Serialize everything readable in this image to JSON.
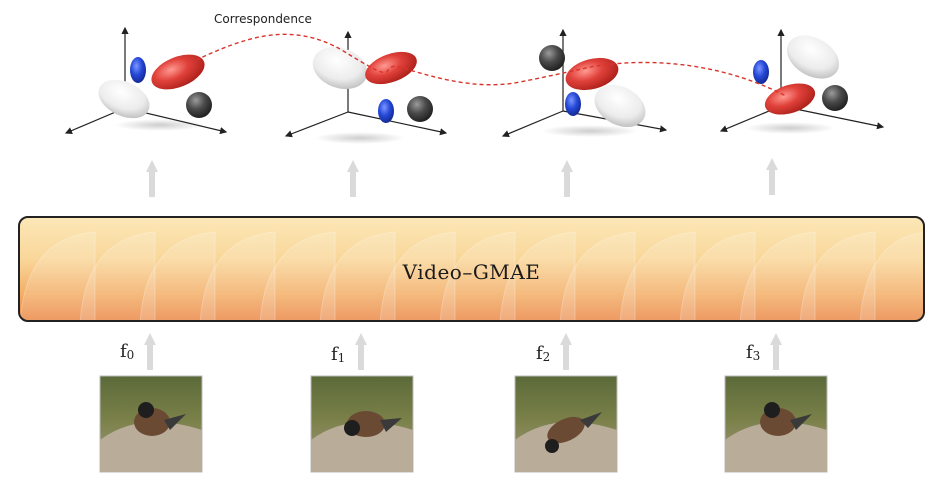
{
  "correspondence_label": "Correspondence",
  "model_label": "Video–GMAE",
  "frames": [
    {
      "prefix": "f",
      "index": "0"
    },
    {
      "prefix": "f",
      "index": "1"
    },
    {
      "prefix": "f",
      "index": "2"
    },
    {
      "prefix": "f",
      "index": "3"
    }
  ],
  "colors": {
    "gaussian_red": "#e0413a",
    "gaussian_blue": "#2448d8",
    "gaussian_white": "#f2f2f2",
    "gaussian_gray": "#4a4a4a",
    "correspondence_line": "#d9342b",
    "arrow": "#d9d9d9",
    "box_top": "#fce7b7",
    "box_bottom": "#ea8846"
  }
}
